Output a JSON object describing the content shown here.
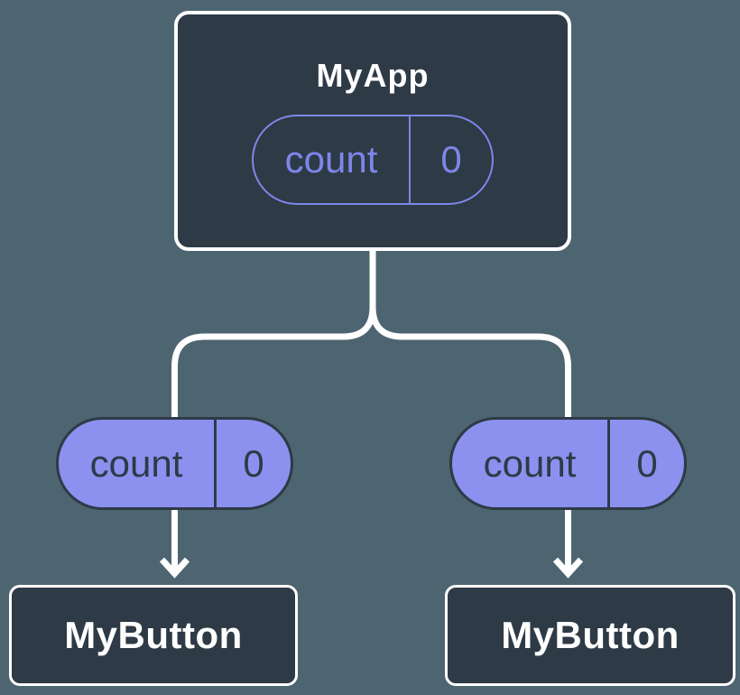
{
  "colors": {
    "background": "#4d6570",
    "node-fill": "#2e3a46",
    "node-border": "#ffffff",
    "connector": "#ffffff",
    "pill-fill": "#8c91ef",
    "pill-outline": "#7e86ea",
    "pill-text-dark": "#2e3a46",
    "title-text": "#ffffff"
  },
  "tree": {
    "root": {
      "label": "MyApp",
      "prop": {
        "name": "count",
        "value": "0"
      }
    },
    "children": [
      {
        "label": "MyButton",
        "prop": {
          "name": "count",
          "value": "0"
        }
      },
      {
        "label": "MyButton",
        "prop": {
          "name": "count",
          "value": "0"
        }
      }
    ]
  }
}
